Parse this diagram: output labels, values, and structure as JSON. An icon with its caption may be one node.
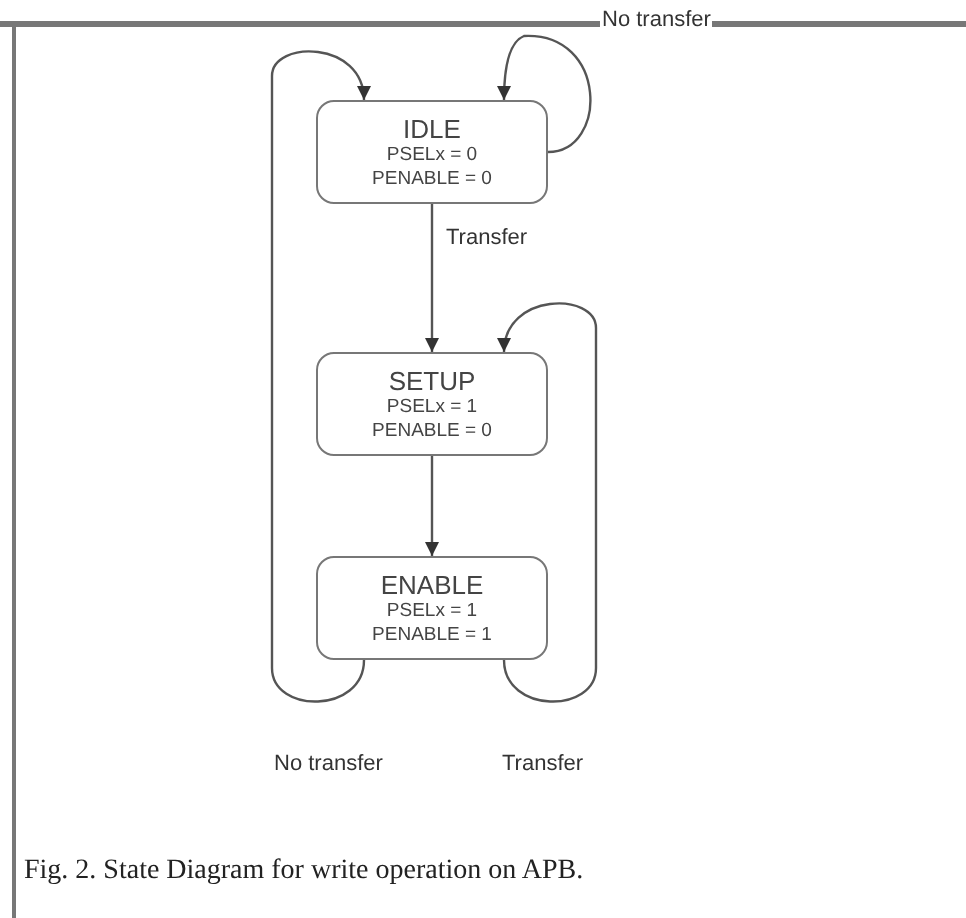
{
  "diagram": {
    "caption": "Fig. 2. State Diagram for write operation on APB.",
    "nodes": [
      {
        "text": [
          "IDLE",
          "PSELx = 0",
          "PENABLE = 0"
        ]
      },
      {
        "text": [
          "SETUP",
          "PSELx = 1",
          "PENABLE = 0"
        ]
      },
      {
        "text": [
          "ENABLE",
          "PSELx = 1",
          "PENABLE = 1"
        ]
      }
    ],
    "edges": [
      {
        "from": 0,
        "to": 0,
        "arrow": "to",
        "label": "No transfer"
      },
      {
        "from": 0,
        "to": 1,
        "arrow": "to",
        "label": "Transfer"
      },
      {
        "from": 1,
        "to": 2,
        "arrow": "to"
      },
      {
        "from": 2,
        "to": 1,
        "arrow": "to",
        "label": "Transfer"
      },
      {
        "from": 2,
        "to": 0,
        "arrow": "to",
        "label": "No transfer"
      }
    ]
  }
}
